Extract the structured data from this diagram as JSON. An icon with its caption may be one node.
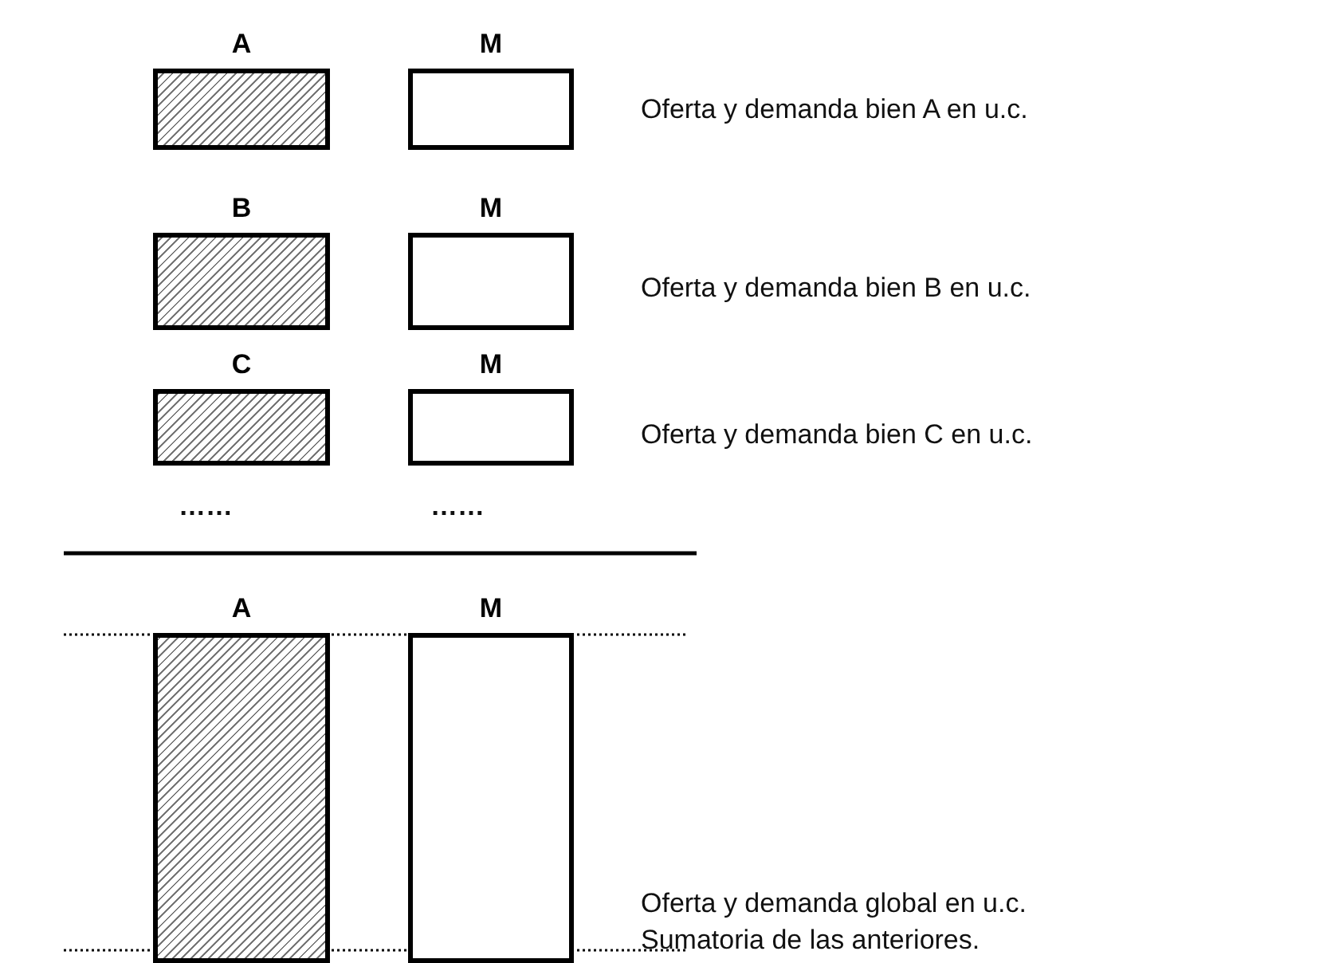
{
  "diagram": {
    "nodes": [
      {
        "text": [
          "A"
        ]
      },
      {
        "text": [
          "M"
        ]
      },
      {
        "text": [
          "B"
        ]
      },
      {
        "text": [
          "M"
        ]
      },
      {
        "text": [
          "C"
        ]
      },
      {
        "text": [
          "M"
        ]
      },
      {
        "text": [
          "A"
        ]
      },
      {
        "text": [
          "M"
        ]
      }
    ],
    "labels": [
      "Oferta y demanda bien A en u.c.",
      "Oferta y demanda bien B en u.c.",
      "Oferta y demanda bien C en u.c.",
      "……",
      "……",
      "Oferta y demanda global en u.c. Sumatoria de las anteriores."
    ]
  }
}
